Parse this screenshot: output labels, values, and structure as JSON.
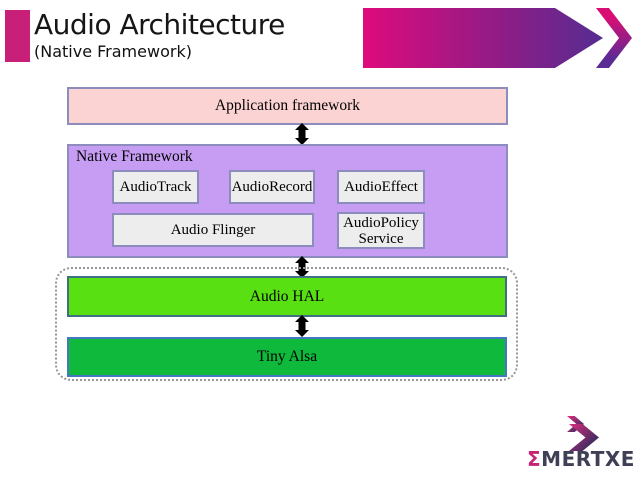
{
  "header": {
    "title": "Audio Architecture",
    "subtitle": "(Native Framework)"
  },
  "diagram": {
    "application_framework": "Application framework",
    "native_framework": {
      "label": "Native Framework",
      "components": [
        "AudioTrack",
        "AudioRecord",
        "AudioEffect"
      ],
      "audio_flinger": "Audio Flinger",
      "audio_policy_service": "AudioPolicy Service"
    },
    "audio_hal": "Audio HAL",
    "tiny_alsa": "Tiny Alsa"
  },
  "logo": {
    "sigma": "Σ",
    "name": "MERTXE"
  },
  "colors": {
    "accent_pink": "#c81f79",
    "banner_gradient_start": "#de0b7c",
    "banner_gradient_end": "#552d92",
    "application_framework_fill": "#fcd3d3",
    "native_framework_fill": "#c79df3",
    "component_fill": "#ededed",
    "box_border": "#8d8dbd",
    "audio_hal_fill": "#58e012",
    "tiny_alsa_fill": "#0fb93c",
    "arrow_color": "#000000"
  }
}
